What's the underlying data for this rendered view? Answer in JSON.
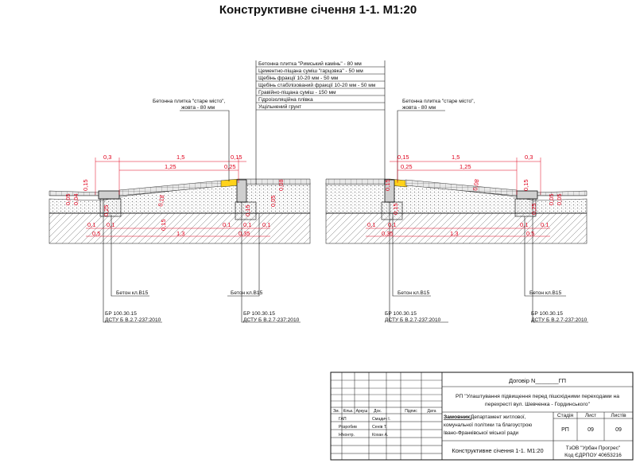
{
  "title": "Конструктивне січення 1-1. М1:20",
  "layers_callout": [
    "Бетонна плитка \"Римський камінь\" - 80 мм",
    "Цементно-піщана суміш \"гарцовка\" - 50 мм",
    "Щебінь фракції 10-20 мм - 50 мм",
    "Щебінь стабілізований фракції 10-20 мм - 50 мм",
    "Гравійно-піщана суміш - 150 мм",
    "Гідроізоляційна плівка",
    "Ущільнений грунт"
  ],
  "callouts": {
    "left_tile_1": "Бетонна плитка \"старе місто\",",
    "left_tile_2": "жовта - 80 мм",
    "right_tile_1": "Бетонна плитка \"старе місто\",",
    "right_tile_2": "жовта - 80 мм",
    "concrete": "Бетон кл.В15",
    "curb_1": "БР 100.30.15",
    "curb_2": "ДСТУ Б В.2.7-237:2010"
  },
  "dims": {
    "left_top": [
      "0,3",
      "1,5",
      "1,25",
      "0,15",
      "0,25"
    ],
    "right_top": [
      "0,15",
      "1,5",
      "0,25",
      "1,25",
      "0,3"
    ],
    "left_bottom": [
      "0,1",
      "0,1",
      "0,5",
      "1,3",
      "0,1",
      "0,1",
      "0,35",
      "0,1"
    ],
    "right_bottom": [
      "0,1",
      "0,1",
      "0,35",
      "1,3",
      "0,1",
      "0,1",
      "0,5"
    ],
    "left_vertical": [
      "0,05",
      "0,04",
      "0,15",
      "0,25",
      "0,18",
      "0,15",
      "0,15",
      "0,05",
      "0,08"
    ],
    "right_vertical": [
      "0,15",
      "0,15",
      "0,08",
      "0,15",
      "0,05",
      "0,05",
      "0,25"
    ]
  },
  "colors": {
    "dim": "#e0001b",
    "tile_yellow": "#ffd21a",
    "line": "#111111"
  },
  "titleblock": {
    "contract": "Договір N_______ГП",
    "project": "РП \"Улаштування підвищення перед пішохідними переходами на перехресті вул. Шевченка - Гординського\"",
    "sheet_name": "Конструктивне січення 1-1. М1:20",
    "client_label": "Замовник:",
    "client": "Департамент житлової, комунальної політики та благоустрою Івано-Франківської міської ради",
    "company": "ТзОВ \"Урбан Прогрес\"",
    "edrpou": "Код ЄДРПОУ 40653216",
    "col_headers": [
      "Зм.",
      "Кільк.",
      "Аркуш",
      "Док.",
      "Підпис",
      "Дата"
    ],
    "roles": [
      "ГАП",
      "Розробив",
      "Н/контр."
    ],
    "names": [
      "Смадич І.",
      "Сенів Т.",
      "Кохан А."
    ],
    "stage_label": "Стадія",
    "sheet_label": "Лист",
    "sheets_label": "Листів",
    "stage": "РП",
    "sheet": "09",
    "sheets": "09"
  }
}
